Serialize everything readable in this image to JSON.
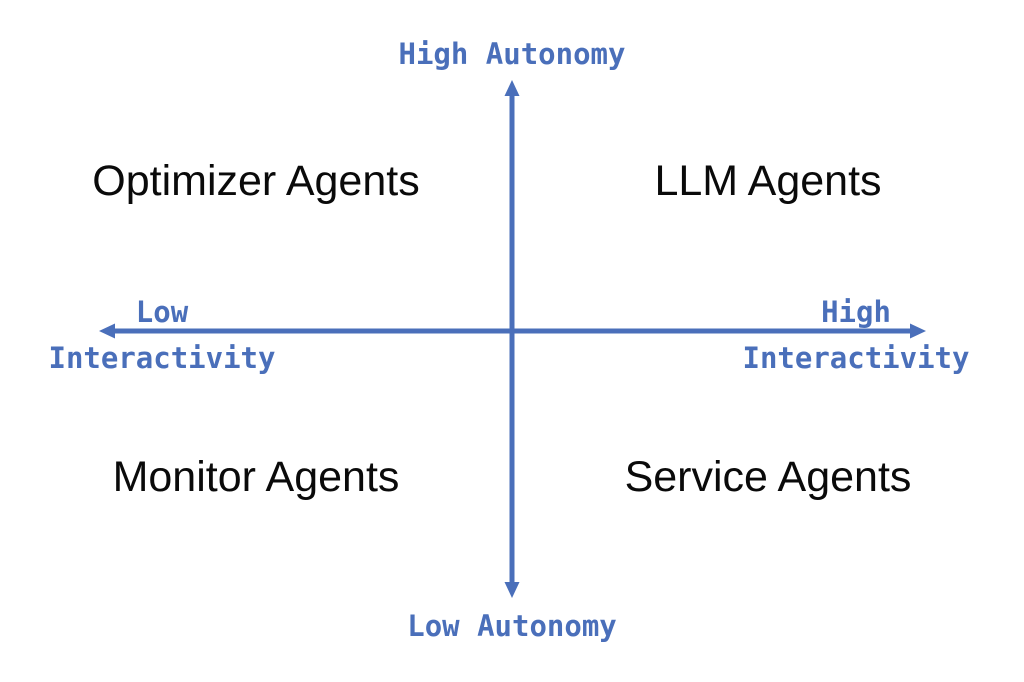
{
  "diagram": {
    "type": "2x2-quadrant-matrix",
    "background_color": "#ffffff",
    "axis_color": "#4a6fba",
    "quadrant_label_color": "#0a0a0a",
    "axes": {
      "vertical": {
        "name": "Autonomy",
        "top_label": "High Autonomy",
        "bottom_label": "Low Autonomy",
        "arrow_both_ends": true
      },
      "horizontal": {
        "name": "Interactivity",
        "left_label_line1": "Low",
        "left_label_line2": "Interactivity",
        "right_label_line1": "High",
        "right_label_line2": "Interactivity",
        "arrow_both_ends": true
      }
    },
    "quadrants": [
      {
        "position": "top-left",
        "label": "Optimizer Agents",
        "autonomy": "high",
        "interactivity": "low"
      },
      {
        "position": "top-right",
        "label": "LLM Agents",
        "autonomy": "high",
        "interactivity": "high"
      },
      {
        "position": "bottom-left",
        "label": "Monitor Agents",
        "autonomy": "low",
        "interactivity": "low"
      },
      {
        "position": "bottom-right",
        "label": "Service Agents",
        "autonomy": "low",
        "interactivity": "high"
      }
    ]
  }
}
